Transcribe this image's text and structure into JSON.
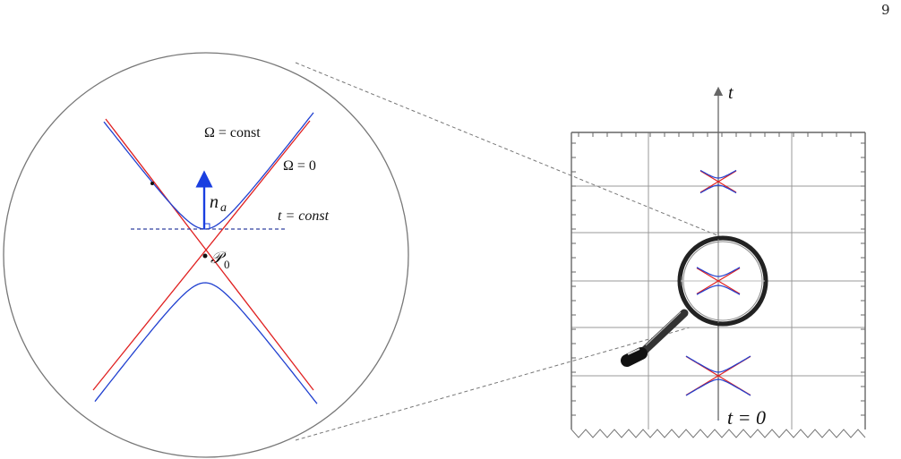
{
  "page_number": "9",
  "zoom_view": {
    "labels": {
      "omega_const": "Ω = const",
      "omega_zero": "Ω = 0",
      "n_a": "n",
      "n_a_sub": "a",
      "t_const": "t = const",
      "p0": "𝒫",
      "p0_sub": "0"
    }
  },
  "spacetime_panel": {
    "axis_label": "t",
    "origin_label": "t = 0"
  },
  "colors": {
    "lightcone": "#e02020",
    "hyperbola": "#2040d0",
    "normal_arrow": "#1a3fe0",
    "slice_dashed": "#3040a0",
    "grid": "#999999",
    "outline": "#666666"
  },
  "icons": [
    "magnifier-icon"
  ]
}
